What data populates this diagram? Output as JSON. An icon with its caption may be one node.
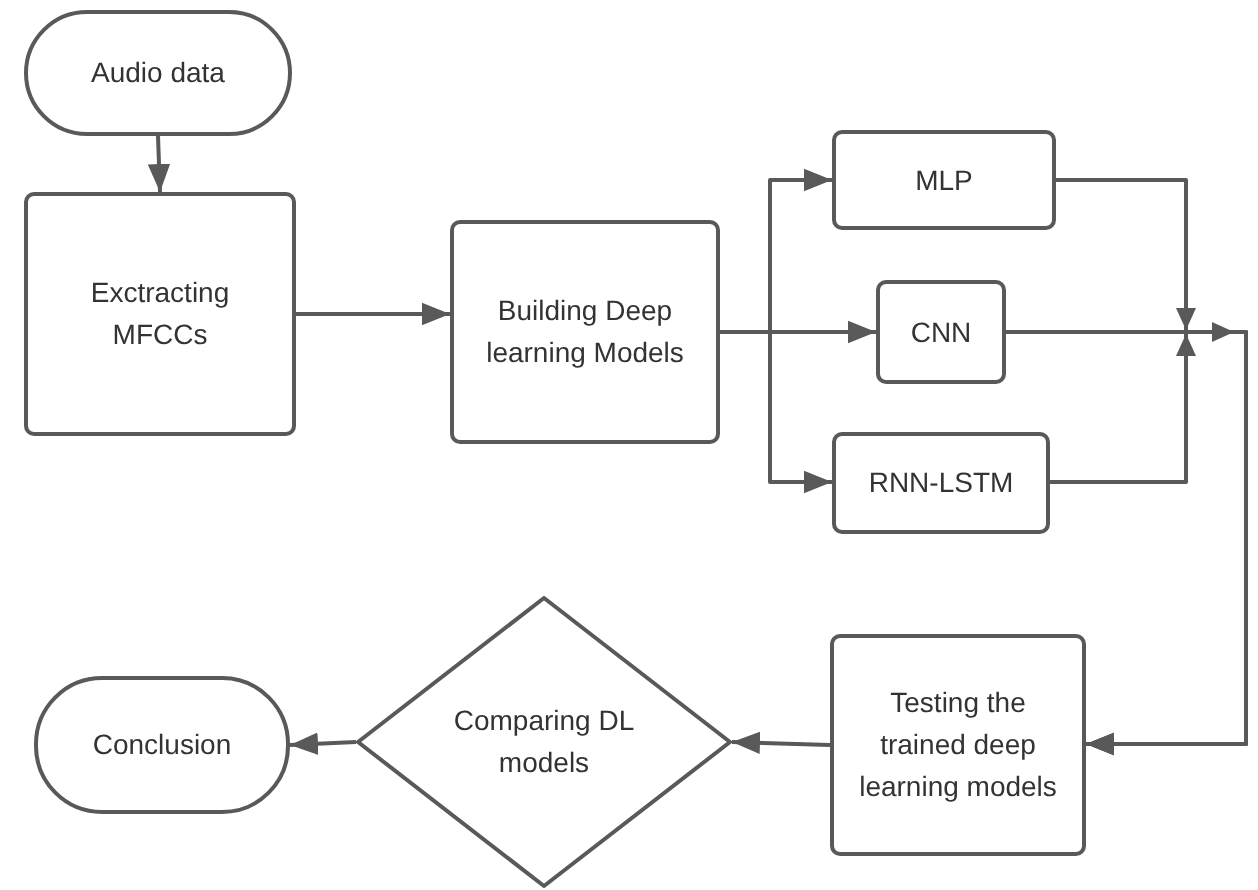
{
  "diagram": {
    "nodes": [
      {
        "text": [
          "Audio data"
        ]
      },
      {
        "text": [
          "Exctracting MFCCs"
        ]
      },
      {
        "text": [
          "Building Deep learning Models"
        ]
      },
      {
        "text": [
          "MLP"
        ]
      },
      {
        "text": [
          "CNN"
        ]
      },
      {
        "text": [
          "RNN-LSTM"
        ]
      },
      {
        "text": [
          "Testing the trained deep learning models"
        ]
      },
      {
        "text": [
          "Comparing DL models"
        ]
      },
      {
        "text": [
          "Conclusion"
        ]
      }
    ],
    "edges": [
      {
        "from": 0,
        "to": 1,
        "arrow": "to"
      },
      {
        "from": 1,
        "to": 2,
        "arrow": "to"
      },
      {
        "from": 2,
        "to": 3,
        "arrow": "to"
      },
      {
        "from": 2,
        "to": 4,
        "arrow": "to"
      },
      {
        "from": 2,
        "to": 5,
        "arrow": "to"
      },
      {
        "from": 3,
        "to": 6,
        "arrow": "to"
      },
      {
        "from": 4,
        "to": 6,
        "arrow": "to"
      },
      {
        "from": 5,
        "to": 6,
        "arrow": "to"
      },
      {
        "from": 6,
        "to": 7,
        "arrow": "to"
      },
      {
        "from": 7,
        "to": 8,
        "arrow": "to"
      }
    ]
  }
}
